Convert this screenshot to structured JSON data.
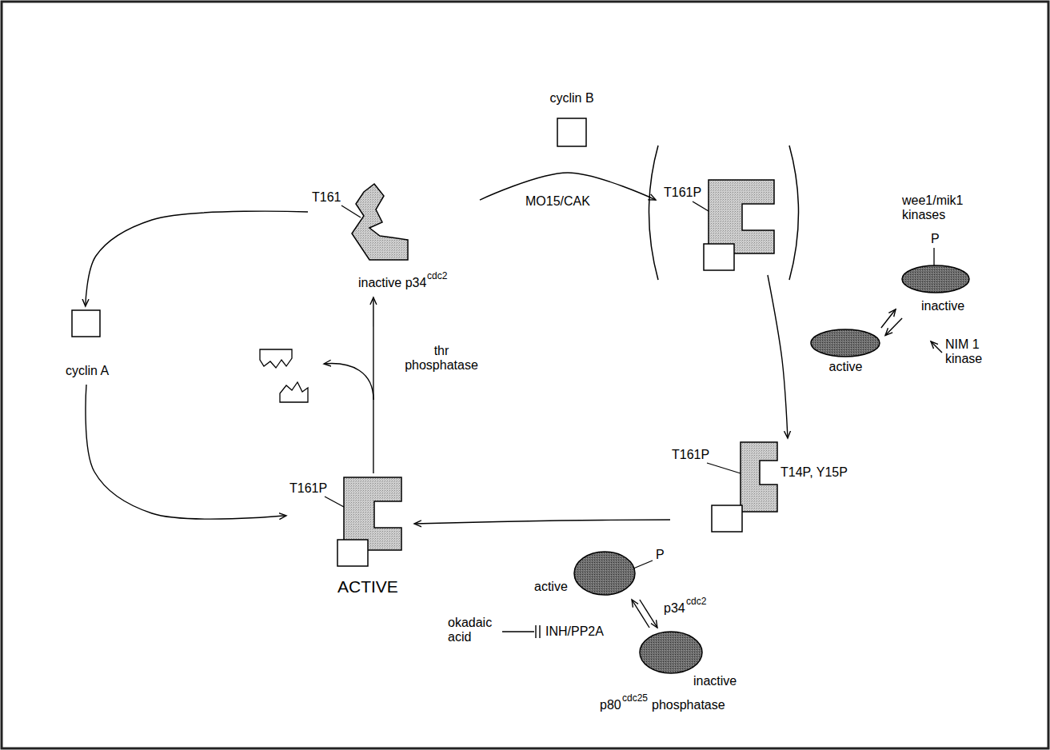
{
  "diagram": {
    "nodes": [
      {
        "text": [
          "cyclin B"
        ]
      },
      {
        "text": [
          "T161",
          "inactive p34",
          "cdc2"
        ]
      },
      {
        "text": [
          "T161P"
        ]
      },
      {
        "text": [
          "wee1/mik1 kinases",
          "P",
          "inactive"
        ]
      },
      {
        "text": [
          "cyclin A"
        ]
      },
      {
        "text": [
          "active"
        ]
      },
      {
        "text": [
          "T161P",
          "T14P, Y15P"
        ]
      },
      {
        "text": [
          "T161P",
          "ACTIVE"
        ]
      },
      {
        "text": [
          "P",
          "active"
        ]
      },
      {
        "text": [
          "inactive",
          "p80",
          "cdc25",
          "phosphatase"
        ]
      }
    ],
    "edges": [
      {
        "from": 1,
        "to": 2,
        "label": "MO15/CAK",
        "arrow": "to"
      },
      {
        "from": 2,
        "to": 6,
        "arrow": "to"
      },
      {
        "from": 6,
        "to": 7,
        "arrow": "to"
      },
      {
        "from": 7,
        "to": 1,
        "label": "thr phosphatase",
        "arrow": "to"
      },
      {
        "from": 1,
        "to": 4,
        "arrow": "to"
      },
      {
        "from": 4,
        "to": 7,
        "arrow": "to"
      },
      {
        "from": 5,
        "to": 3,
        "arrow": "to"
      },
      {
        "from": 3,
        "to": 5,
        "arrow": "to"
      },
      {
        "from": 8,
        "to": 9,
        "arrow": "to"
      },
      {
        "from": 9,
        "to": 8,
        "arrow": "to"
      }
    ],
    "labels": [
      "NIM 1 kinase",
      "okadaic acid",
      "INH/PP2A",
      "p34",
      "cdc2"
    ]
  }
}
